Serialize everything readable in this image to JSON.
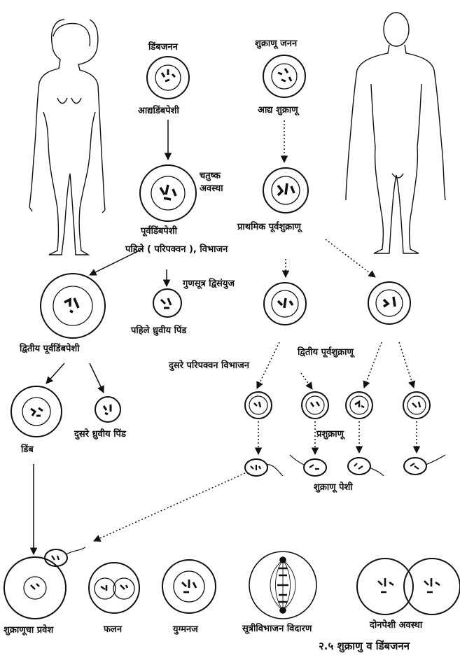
{
  "labels": {
    "oogenesis": "डिंबजनन",
    "spermatogenesis": "शुक्राणू जनन",
    "oogonium": "आद्यडिंबपेशी",
    "spermatogonium": "आद्य शुक्राणू",
    "tetrad_stage": "चतुष्क अवस्था",
    "primary_oocyte": "पूर्वडिंबपेशी",
    "primary_spermatocyte": "प्राथमिक पूर्वशुक्राणू",
    "first_division": "पहिले ( परिपक्वन ), विभाजन",
    "chromosome_pairing": "गुणसूत्र द्विसंयुज",
    "first_polar_body": "पहिले ध्रुवीय पिंड",
    "secondary_oocyte": "द्वितीय पूर्वडिंबपेशी",
    "secondary_spermatocyte": "द्वितीय पूर्वशुक्राणू",
    "second_division": "दुसरे परिपक्वन विभाजन",
    "ovum": "डिंब",
    "second_polar_body": "दुसरे ध्रुवीय पिंड",
    "spermatid": "प्रशुक्राणू",
    "sperm_cell": "शुक्राणू पेशी",
    "sperm_entry": "शुक्राणूचा प्रवेश",
    "fertilization": "फलन",
    "zygote": "युग्मनज",
    "mitosis_separation": "सूत्रीविभाजन विदारण",
    "two_cell_stage": "दोनपेशी अवस्था"
  },
  "caption": "२.५ शुक्राणु व डिंबजनन",
  "colors": {
    "ink": "#111111",
    "paper": "#ffffff"
  }
}
